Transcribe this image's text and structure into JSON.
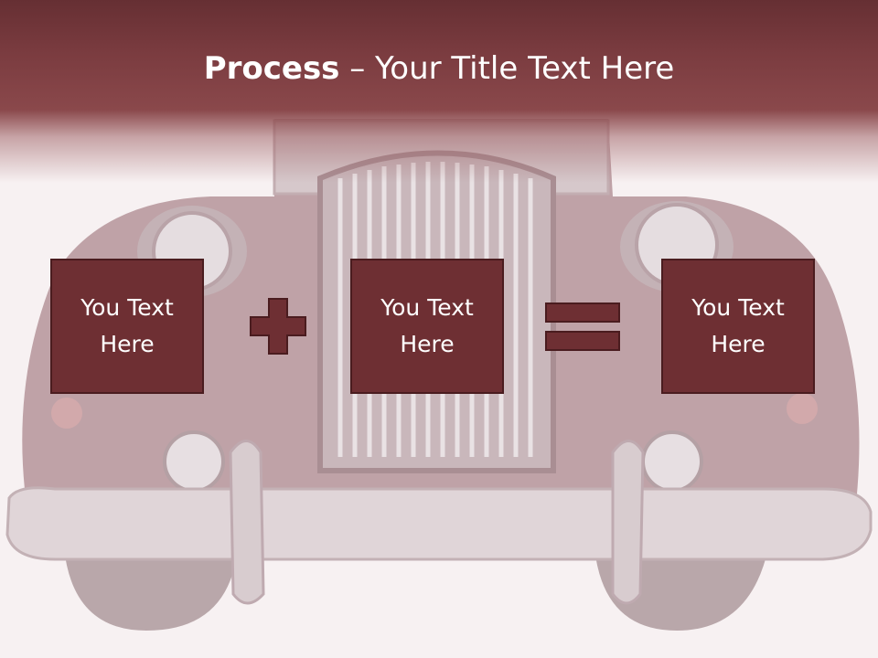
{
  "slide": {
    "title_bold": "Process",
    "title_rest": " – Your Title Text Here"
  },
  "process": {
    "boxes": [
      {
        "line1": "You Text",
        "line2": "Here"
      },
      {
        "line1": "You Text",
        "line2": "Here"
      },
      {
        "line1": "You Text",
        "line2": "Here"
      }
    ],
    "operators": [
      "plus-icon",
      "equals-icon"
    ]
  },
  "colors": {
    "header": "#7b3c40",
    "box_fill": "#6e2f33",
    "box_border": "#4a1c1f",
    "operator": "#6e2f33"
  }
}
